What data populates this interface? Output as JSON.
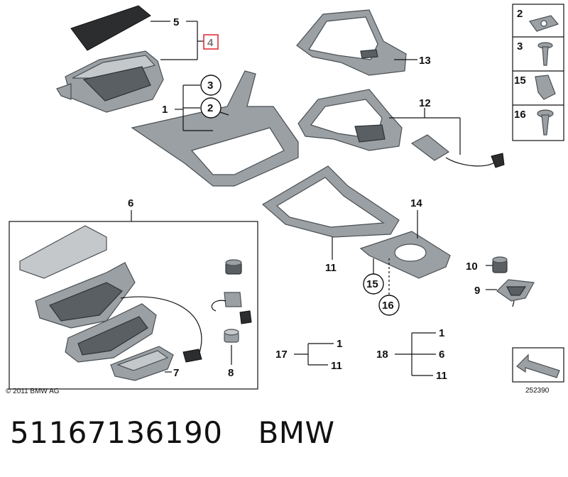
{
  "callouts": {
    "c1": "1",
    "c2": "2",
    "c3": "3",
    "c4": "4",
    "c5": "5",
    "c6": "6",
    "c7": "7",
    "c8": "8",
    "c9": "9",
    "c10": "10",
    "c11": "11",
    "c12": "12",
    "c13": "13",
    "c14": "14",
    "c15": "15",
    "c16": "16",
    "c17": "17",
    "c18": "18"
  },
  "legend_box": {
    "l2": "2",
    "l3": "3",
    "l15": "15",
    "l16": "16"
  },
  "set17": {
    "head": "17",
    "a": "1",
    "b": "11"
  },
  "set18": {
    "head": "18",
    "a": "1",
    "b": "6",
    "c": "11"
  },
  "copyright": "© 2011 BMW AG",
  "diagram_number": "252390",
  "footer": {
    "part_number": "51167136190",
    "brand": "BMW"
  },
  "colors": {
    "highlight": "#e0313a"
  }
}
